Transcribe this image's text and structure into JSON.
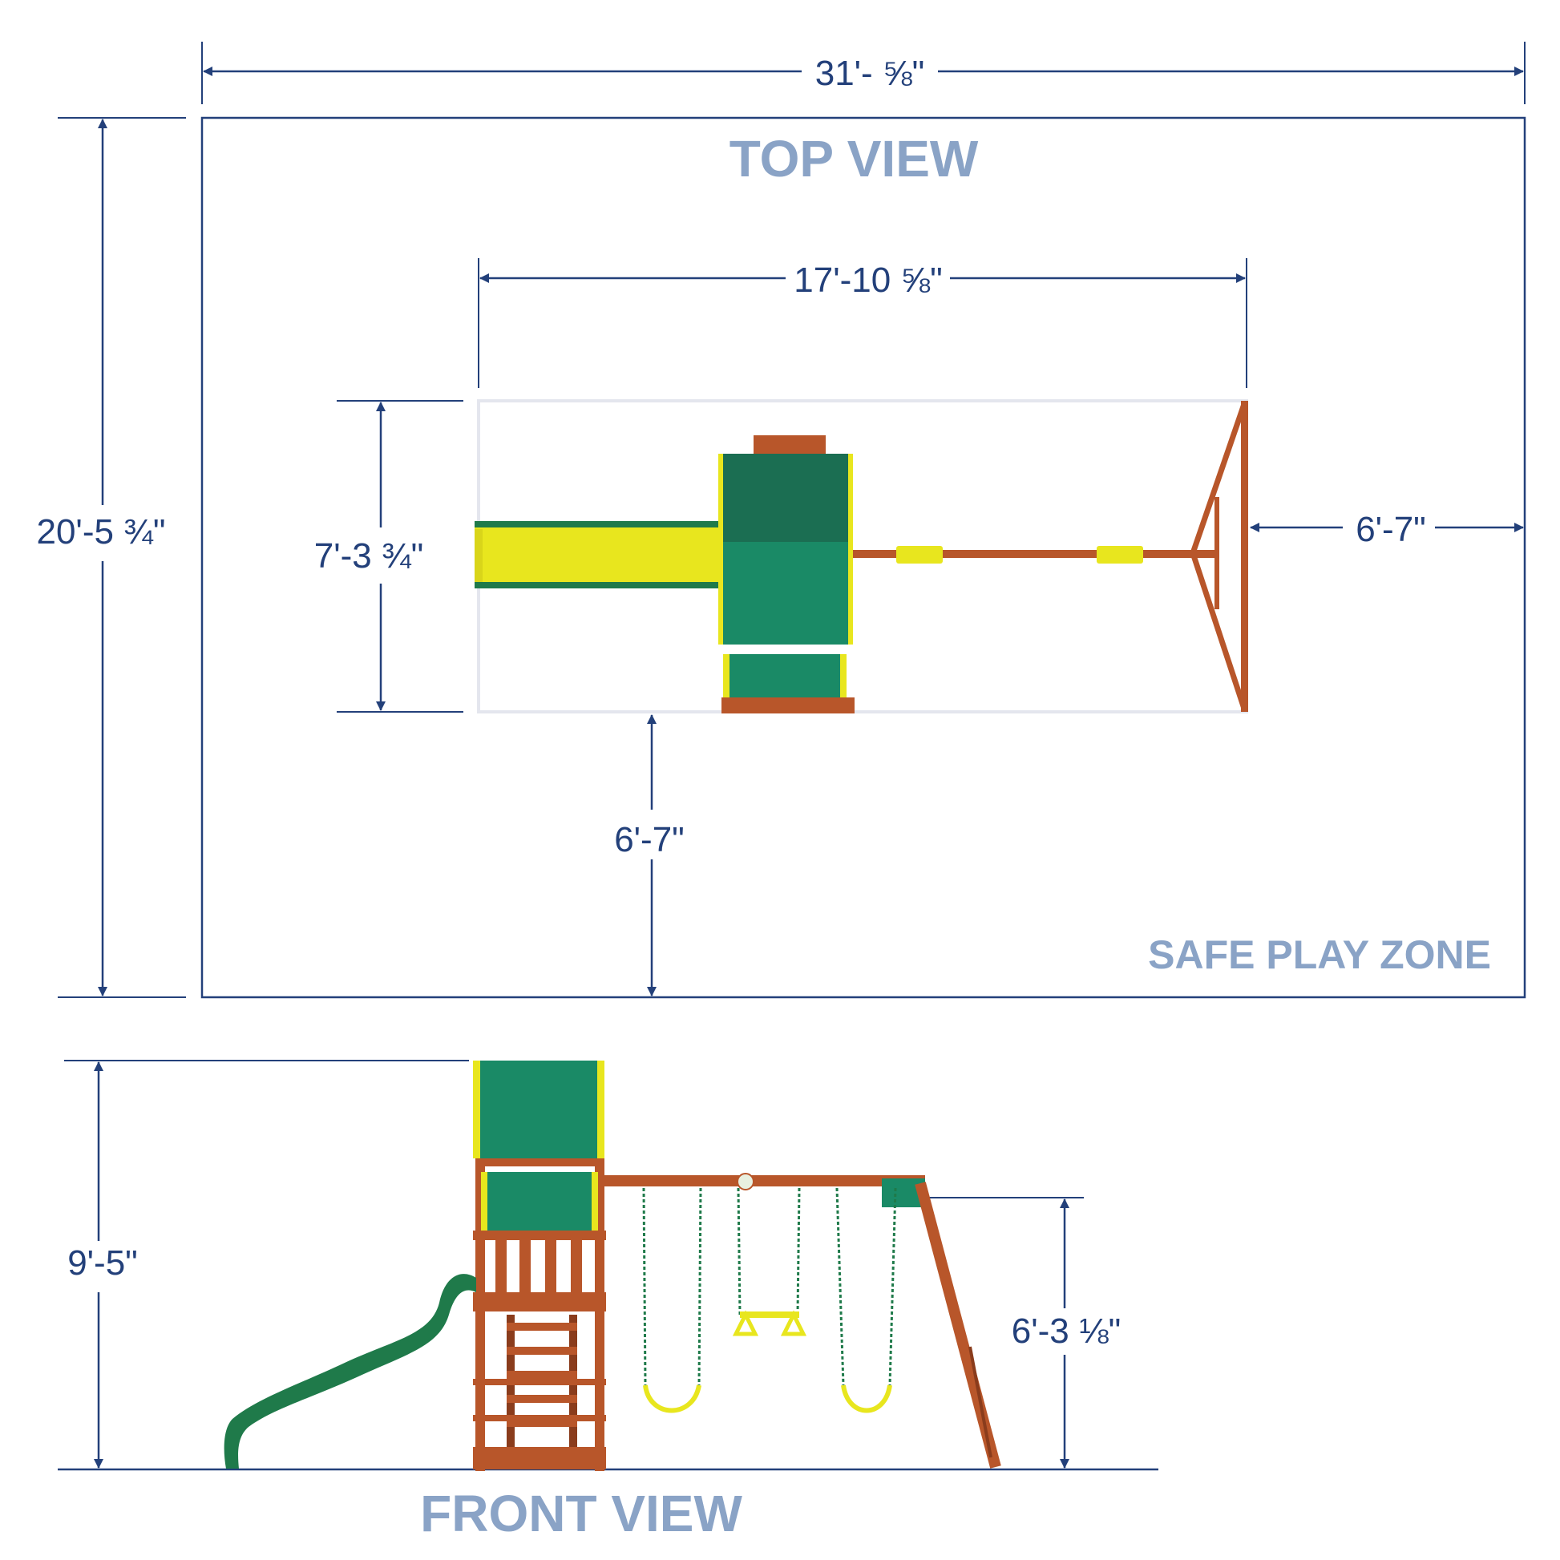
{
  "headings": {
    "top_view": "TOP VIEW",
    "front_view": "FRONT VIEW",
    "safe_play_zone": "SAFE PLAY ZONE"
  },
  "dimensions": {
    "overall_width": "31'- ⅝\"",
    "overall_depth": "20'-5 ¾\"",
    "structure_width": "17'-10 ⅝\"",
    "structure_depth": "7'-3 ¾\"",
    "side_clearance": "6'-7\"",
    "front_clearance": "6'-7\"",
    "total_height": "9'-5\"",
    "beam_height": "6'-3 ⅛\""
  },
  "colors": {
    "dimension_blue": "#23407a",
    "heading_blue": "#8aa3c6",
    "wood": "#b8562a",
    "canopy_green": "#1a8a66",
    "trim_yellow": "#e8e61e",
    "slide_green": "#1f7a4a"
  }
}
